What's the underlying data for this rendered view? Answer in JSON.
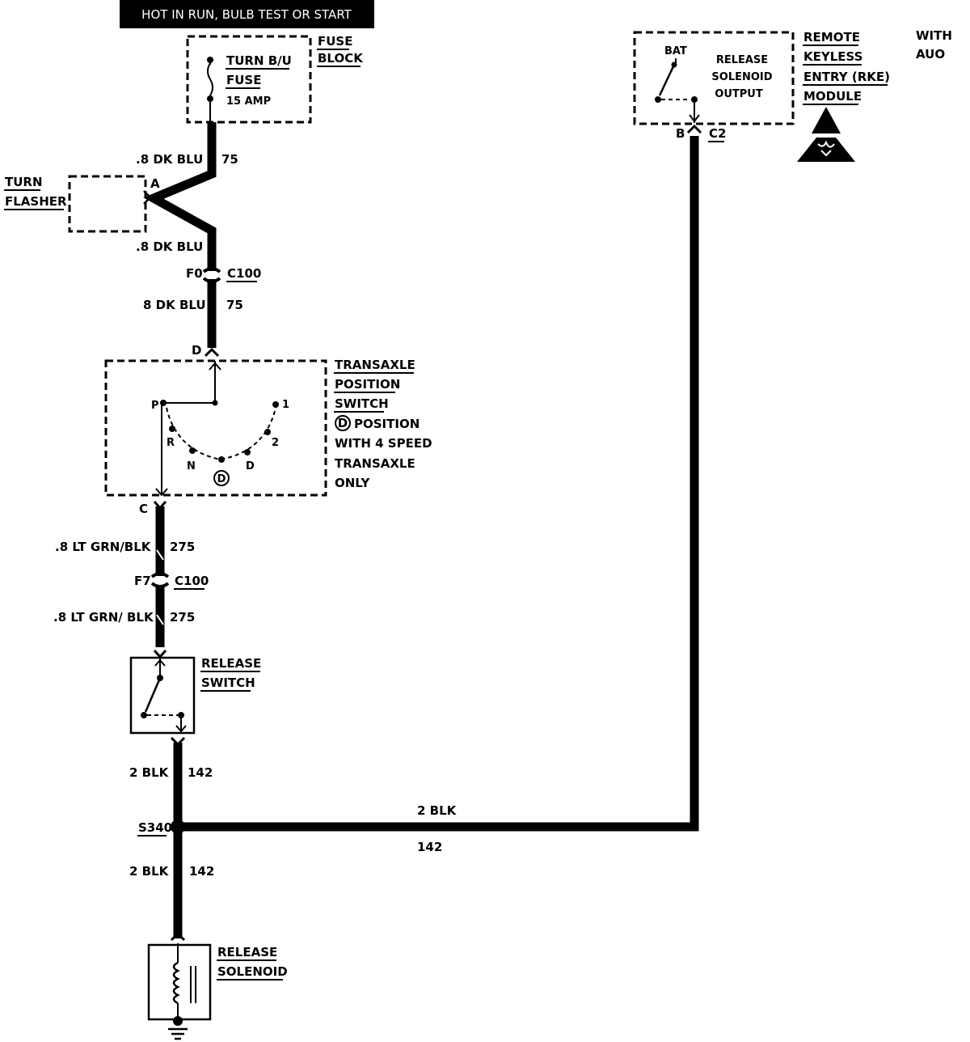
{
  "banner": "HOT IN RUN, BULB TEST OR START",
  "fuse_block": {
    "label_lines": [
      "FUSE",
      "BLOCK"
    ],
    "fuse_lines": [
      "TURN B/U",
      "FUSE",
      "15 AMP"
    ]
  },
  "turn_flasher": {
    "label_lines": [
      "TURN",
      "FLASHER"
    ],
    "terminal": "A"
  },
  "wires": {
    "w1_gauge": ".8 DK BLU",
    "w1_circuit": "75",
    "w2_gauge": ".8 DK BLU",
    "w3_gauge": "8 DK BLU",
    "w3_circuit": "75",
    "w4_gauge": ".8 LT GRN/BLK",
    "w4_circuit": "275",
    "w5_gauge": ".8 LT GRN/ BLK",
    "w5_circuit": "275",
    "w6_gauge": "2 BLK",
    "w6_circuit": "142",
    "w7_gauge": "2 BLK",
    "w7_circuit": "142",
    "w8_gauge": "2 BLK",
    "w8_circuit": "142"
  },
  "connectors": {
    "c100_top_pin": "F0",
    "c100_top_name": "C100",
    "c100_bottom_pin": "F7",
    "c100_bottom_name": "C100",
    "splice": "S340"
  },
  "transaxle_switch": {
    "terminal_in": "D",
    "terminal_out": "C",
    "label_lines": [
      "TRANSAXLE",
      "POSITION",
      "SWITCH"
    ],
    "note_d": "D",
    "note_lines": [
      "POSITION",
      "WITH 4 SPEED",
      "TRANSAXLE",
      "ONLY"
    ],
    "positions": [
      "P",
      "R",
      "N",
      "D",
      "D",
      "2",
      "1"
    ]
  },
  "release_switch": {
    "label_lines": [
      "RELEASE",
      "SWITCH"
    ]
  },
  "release_solenoid": {
    "label_lines": [
      "RELEASE",
      "SOLENOID"
    ]
  },
  "rke_module": {
    "label_lines": [
      "REMOTE",
      "KEYLESS",
      "ENTRY (RKE)",
      "MODULE"
    ],
    "bat": "BAT",
    "output_lines": [
      "RELEASE",
      "SOLENOID",
      "OUTPUT"
    ],
    "terminal": "B",
    "connector": "C2"
  },
  "note_lines": [
    "WITH",
    "AUO"
  ]
}
